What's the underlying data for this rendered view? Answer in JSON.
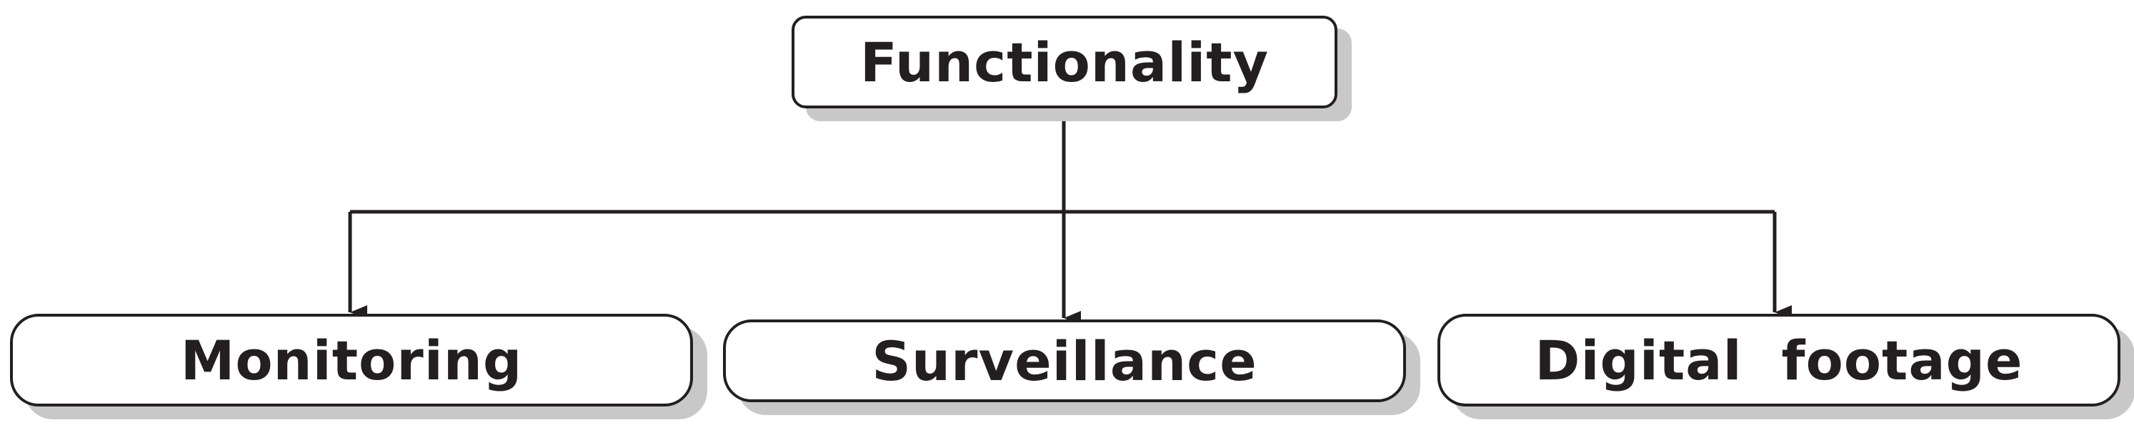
{
  "diagram": {
    "root": {
      "label": "Functionality"
    },
    "children": [
      {
        "label": "Monitoring"
      },
      {
        "label": "Surveillance"
      },
      {
        "label": "Digital  footage"
      }
    ]
  },
  "colors": {
    "ink": "#231f20",
    "shadow": "#c8c8c8",
    "background": "#ffffff"
  }
}
